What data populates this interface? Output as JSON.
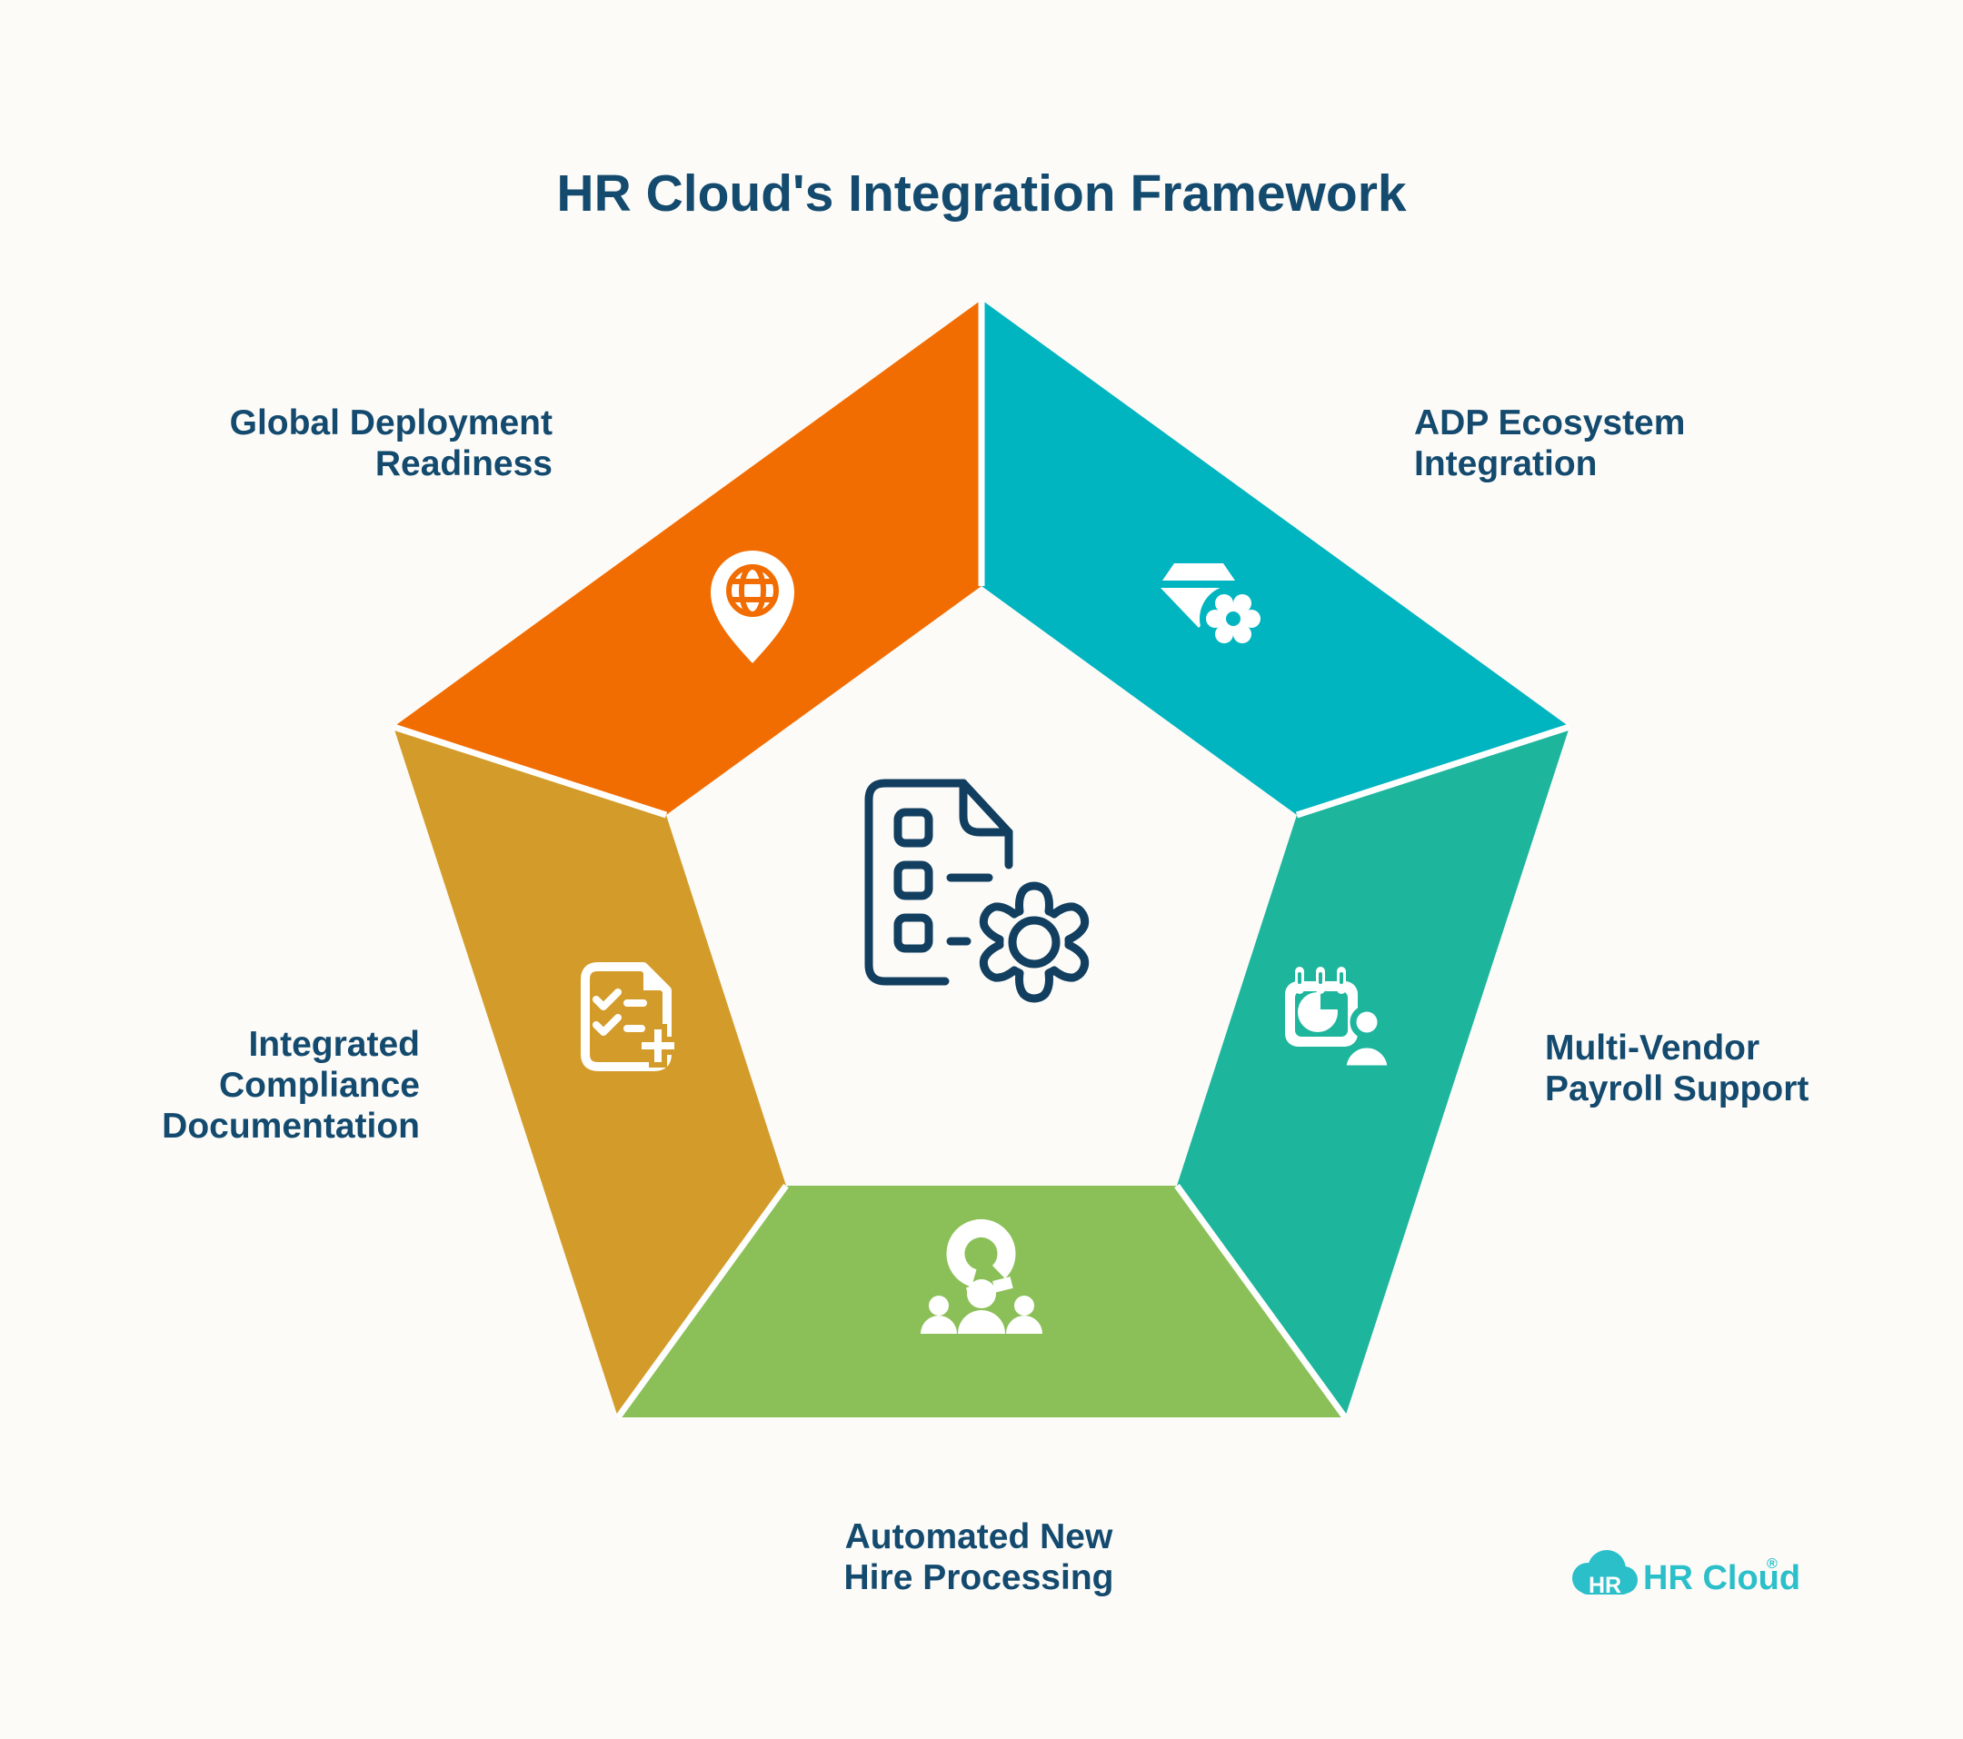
{
  "title": "HR Cloud's Integration Framework",
  "background_color": "#FCFBF8",
  "text_color": "#134A6E",
  "center_icon": "document-gear-icon",
  "center_icon_color": "#123F5F",
  "divider_color": "#FFFFFF",
  "segments": [
    {
      "name": "global-deployment-readiness",
      "color": "#F26D01",
      "icon": "globe-location-pin-icon",
      "label_lines": [
        "Global Deployment",
        "Readiness"
      ]
    },
    {
      "name": "adp-ecosystem-integration",
      "color": "#00B5C0",
      "icon": "diamond-gear-icon",
      "label_lines": [
        "ADP Ecosystem",
        "Integration"
      ]
    },
    {
      "name": "multi-vendor-payroll-support",
      "color": "#1DB59C",
      "icon": "calendar-person-icon",
      "label_lines": [
        "Multi-Vendor",
        "Payroll Support"
      ]
    },
    {
      "name": "automated-new-hire-processing",
      "color": "#8BC058",
      "icon": "magnet-people-icon",
      "label_lines": [
        "Automated New",
        "Hire Processing"
      ]
    },
    {
      "name": "integrated-compliance-documentation",
      "color": "#D39C2A",
      "icon": "document-checklist-plus-icon",
      "label_lines": [
        "Integrated",
        "Compliance",
        "Documentation"
      ]
    }
  ],
  "logo": {
    "badge_text": "HR",
    "brand_text": "HR Cloud",
    "registered_mark": "®",
    "color": "#2BBFC9"
  }
}
